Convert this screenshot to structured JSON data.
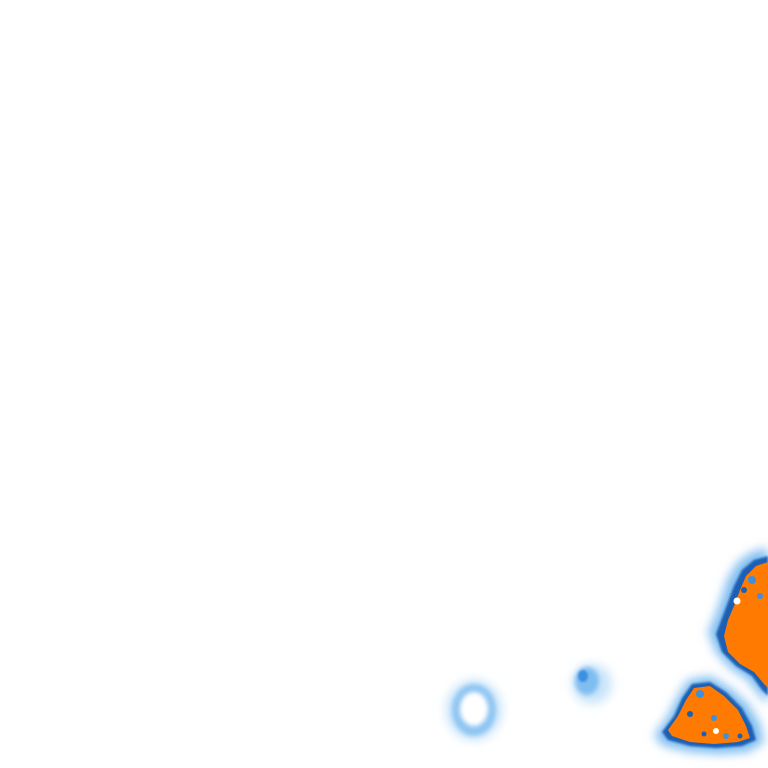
{
  "map": {
    "background_color": "#ffffff",
    "palette": {
      "land": "#ff7a00",
      "land_light": "#ff8c1a",
      "coast_dark": "#1a5fb4",
      "coast_mid": "#3d8fe0",
      "shallow": "#7fbdf0",
      "shallow_pale": "#c8e4fa",
      "lake": "#ffffff"
    },
    "regions": [
      {
        "kind": "land",
        "label": ""
      },
      {
        "kind": "land",
        "label": ""
      },
      {
        "kind": "shallow-shoal",
        "label": ""
      },
      {
        "kind": "shallow-shoal",
        "label": ""
      }
    ]
  }
}
